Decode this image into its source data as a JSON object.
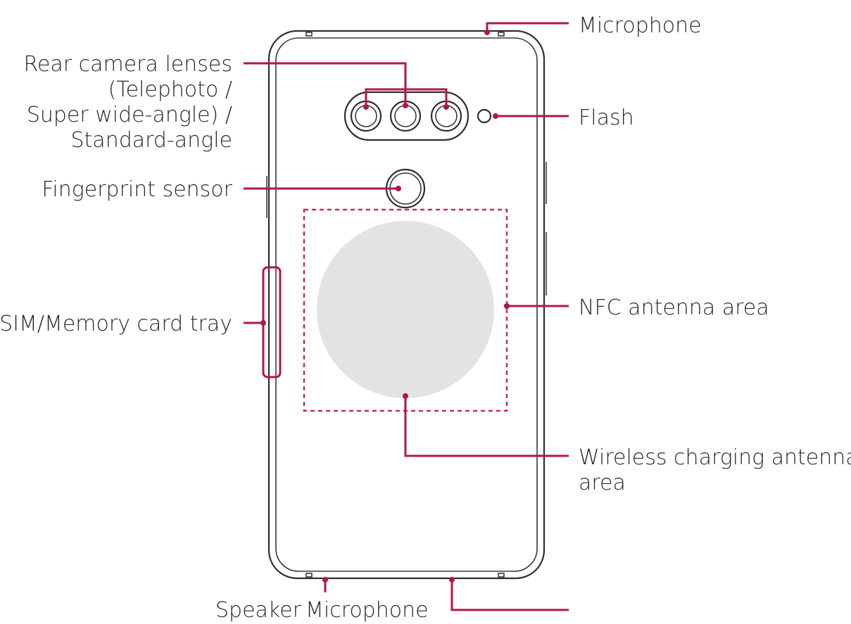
{
  "colors": {
    "accent": "#b3144f",
    "outline": "#2e2e2e",
    "coil": "#e3e3e3",
    "nfc": "#c92a62"
  },
  "labels": {
    "microphone_top": "Microphone",
    "rear_camera_line1": "Rear camera lenses",
    "rear_camera_line2": "(Telephoto /",
    "rear_camera_line3": "Super wide-angle) /",
    "rear_camera_line4": "Standard-angle",
    "flash": "Flash",
    "fingerprint_sensor": "Fingerprint sensor",
    "sim_tray": "SIM/Memory card tray",
    "nfc_antenna": "NFC antenna area",
    "wireless_charging_line1": "Wireless charging antenna",
    "wireless_charging_line2": "area",
    "speaker": "Speaker",
    "microphone_bottom": "Microphone"
  }
}
